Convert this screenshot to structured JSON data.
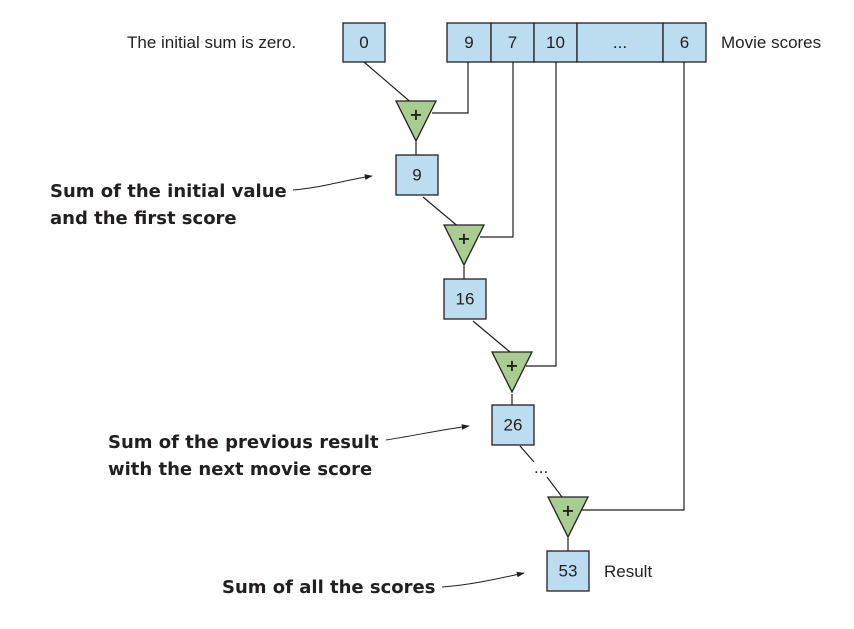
{
  "labels": {
    "initial_sum": "The initial sum is zero.",
    "movie_scores": "Movie scores",
    "result": "Result",
    "ellipsis": "..."
  },
  "initial_value": "0",
  "scores": [
    "9",
    "7",
    "10",
    "...",
    "6"
  ],
  "intermediates": [
    "9",
    "16",
    "26"
  ],
  "final_result": "53",
  "operator": "+",
  "annotations": {
    "first": [
      "Sum of the initial value",
      "and the first score"
    ],
    "previous": [
      "Sum of the previous result",
      "with the next movie score"
    ],
    "all": "Sum of all the scores"
  },
  "colors": {
    "box_fill": "#bcdcf0",
    "adder_fill": "#a9cc91",
    "line": "#231f20"
  }
}
